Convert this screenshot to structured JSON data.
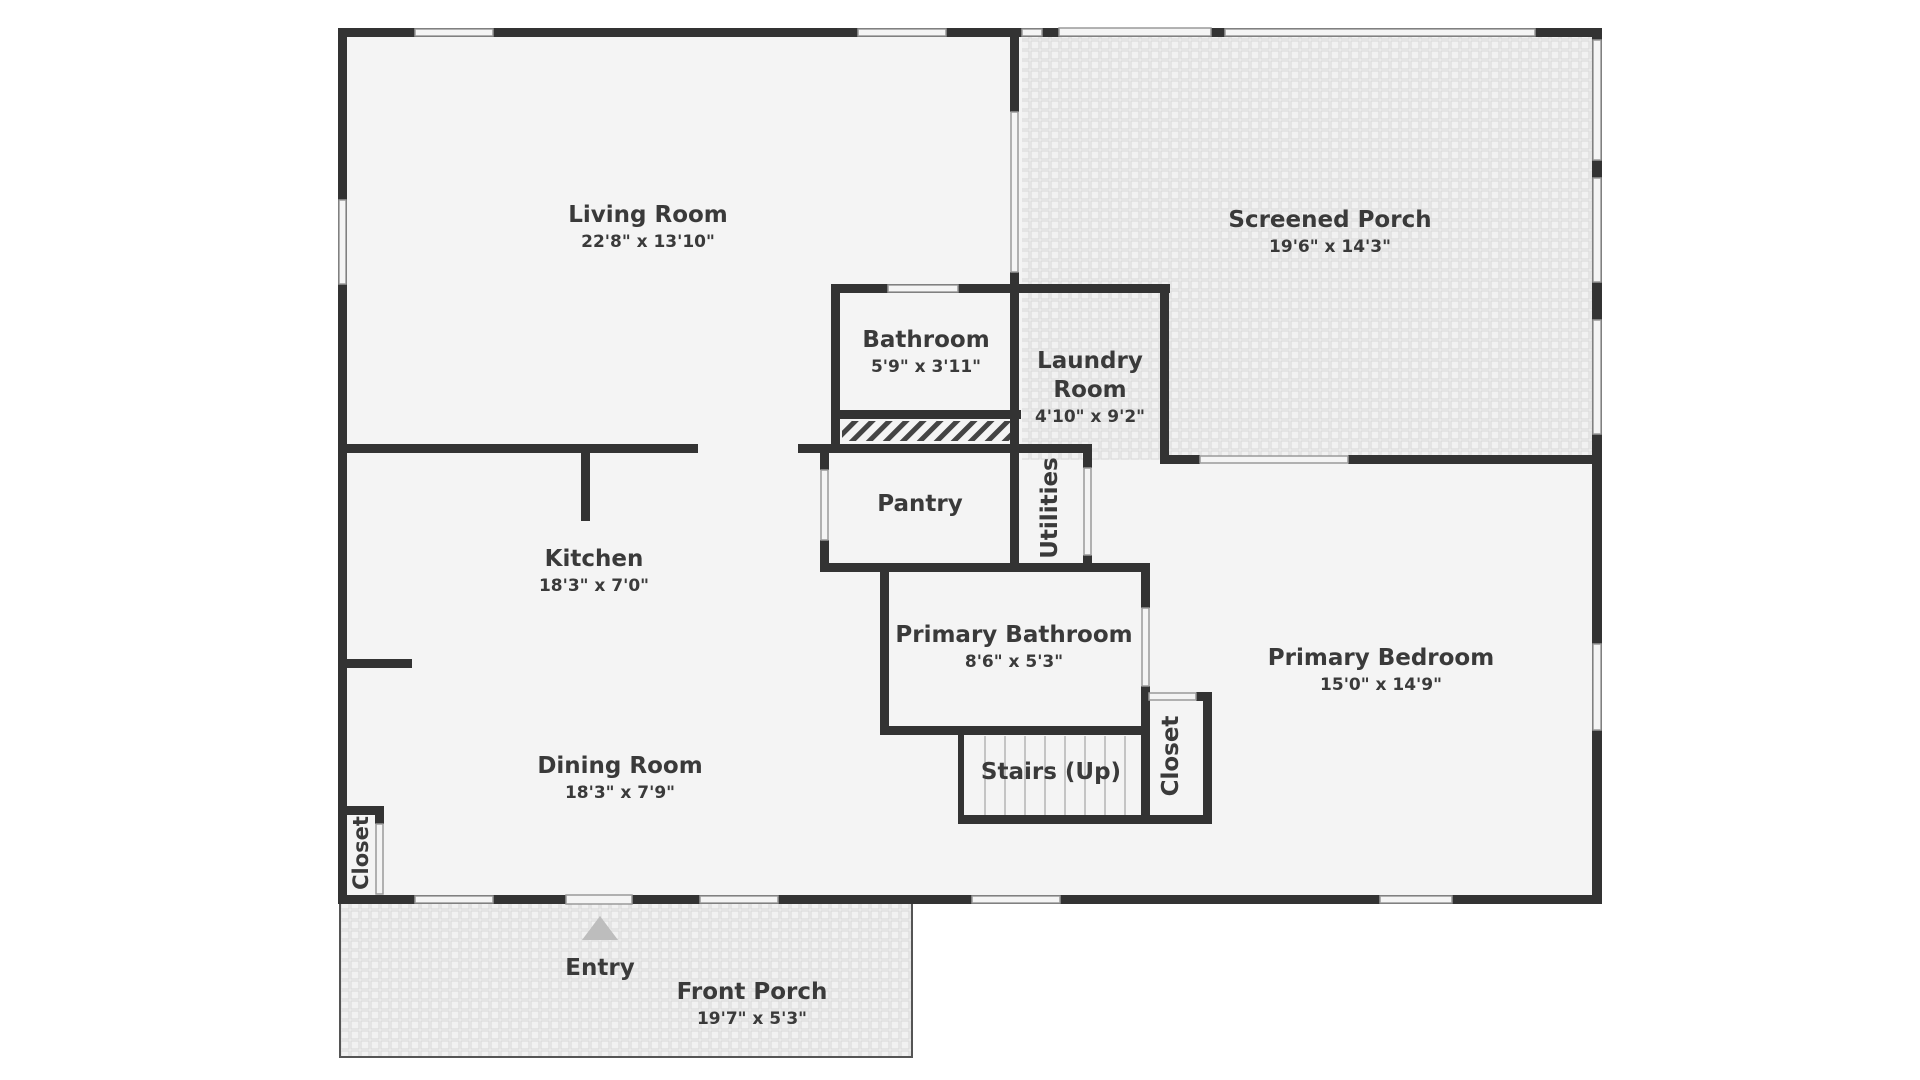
{
  "colors": {
    "wall": "#333333",
    "floor": "#f4f4f4",
    "porch_tile": "#d8d8d8",
    "text": "#3a3a3a",
    "entry_marker": "#bdbdbd"
  },
  "rooms": {
    "living_room": {
      "name": "Living Room",
      "dim": "22'8\" x 13'10\""
    },
    "screened_porch": {
      "name": "Screened Porch",
      "dim": "19'6\" x 14'3\""
    },
    "bathroom": {
      "name": "Bathroom",
      "dim": "5'9\" x 3'11\""
    },
    "laundry_room": {
      "name_line1": "Laundry",
      "name_line2": "Room",
      "dim": "4'10\" x 9'2\""
    },
    "pantry": {
      "name": "Pantry"
    },
    "utilities": {
      "name": "Utilities"
    },
    "kitchen": {
      "name": "Kitchen",
      "dim": "18'3\" x 7'0\""
    },
    "primary_bathroom": {
      "name": "Primary Bathroom",
      "dim": "8'6\" x 5'3\""
    },
    "primary_bedroom": {
      "name": "Primary Bedroom",
      "dim": "15'0\" x 14'9\""
    },
    "stairs": {
      "name": "Stairs (Up)"
    },
    "closet_right": {
      "name": "Closet"
    },
    "dining_room": {
      "name": "Dining Room",
      "dim": "18'3\" x 7'9\""
    },
    "closet_left": {
      "name": "Closet"
    },
    "entry": {
      "name": "Entry"
    },
    "front_porch": {
      "name": "Front Porch",
      "dim": "19'7\" x 5'3\""
    }
  }
}
